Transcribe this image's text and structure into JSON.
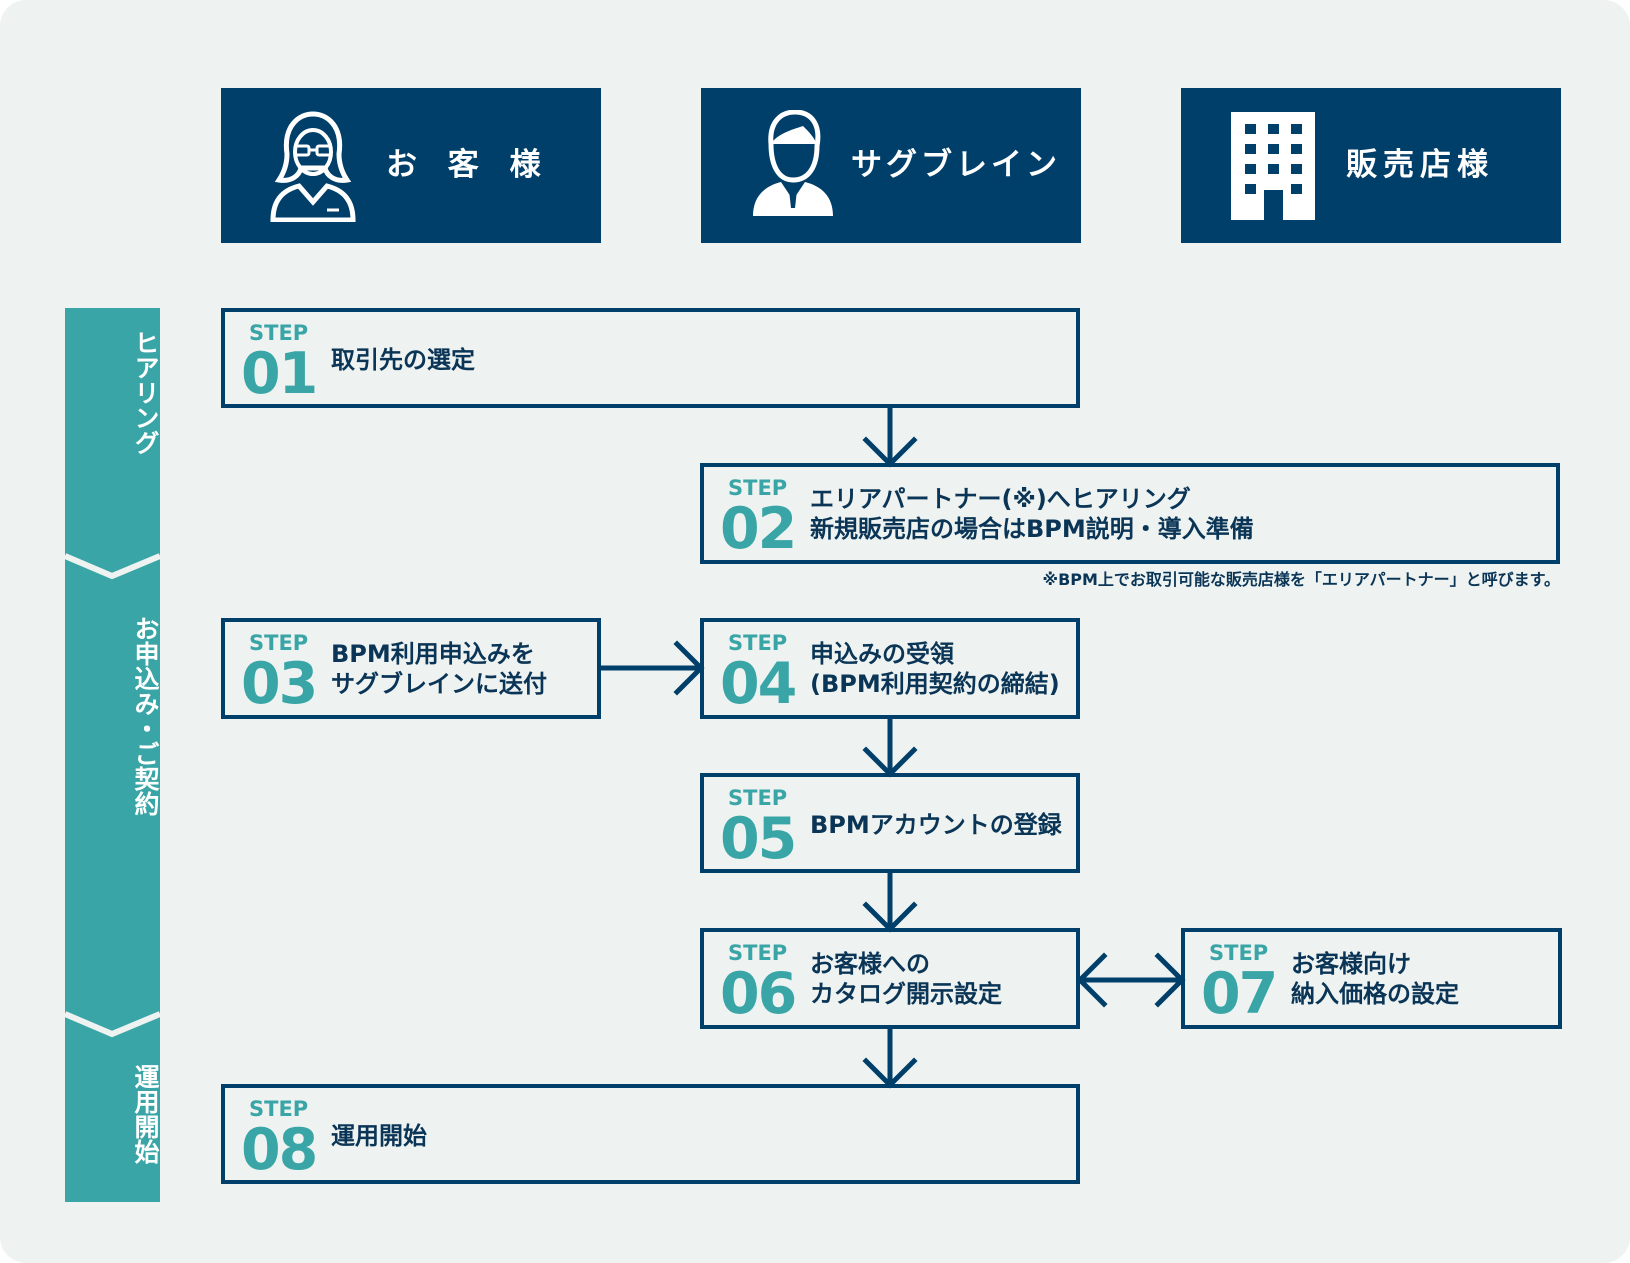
{
  "columns": [
    {
      "label": "お 客 様",
      "icon": "businesswoman-icon"
    },
    {
      "label": "サグブレイン",
      "icon": "businessman-icon"
    },
    {
      "label": "販売店様",
      "icon": "building-icon"
    }
  ],
  "phases": [
    {
      "label": "ヒアリング"
    },
    {
      "label": "お申込み・ご契約"
    },
    {
      "label": "運用開始"
    }
  ],
  "steps": [
    {
      "step_word": "STEP",
      "number": "01",
      "lines": [
        "取引先の選定"
      ]
    },
    {
      "step_word": "STEP",
      "number": "02",
      "lines": [
        "エリアパートナー(※)へヒアリング",
        "新規販売店の場合はBPM説明・導入準備"
      ]
    },
    {
      "step_word": "STEP",
      "number": "03",
      "lines": [
        "BPM利用申込みを",
        "サグブレインに送付"
      ]
    },
    {
      "step_word": "STEP",
      "number": "04",
      "lines": [
        "申込みの受領",
        "(BPM利用契約の締結)"
      ]
    },
    {
      "step_word": "STEP",
      "number": "05",
      "lines": [
        "BPMアカウントの登録"
      ]
    },
    {
      "step_word": "STEP",
      "number": "06",
      "lines": [
        "お客様への",
        "カタログ開示設定"
      ]
    },
    {
      "step_word": "STEP",
      "number": "07",
      "lines": [
        "お客様向け",
        "納入価格の設定"
      ]
    },
    {
      "step_word": "STEP",
      "number": "08",
      "lines": [
        "運用開始"
      ]
    }
  ],
  "footnote": "※BPM上でお取引可能な販売店様を「エリアパートナー」と呼びます。",
  "colors": {
    "navy": "#003f69",
    "teal": "#3aa5a6",
    "background": "#eef3f1"
  }
}
